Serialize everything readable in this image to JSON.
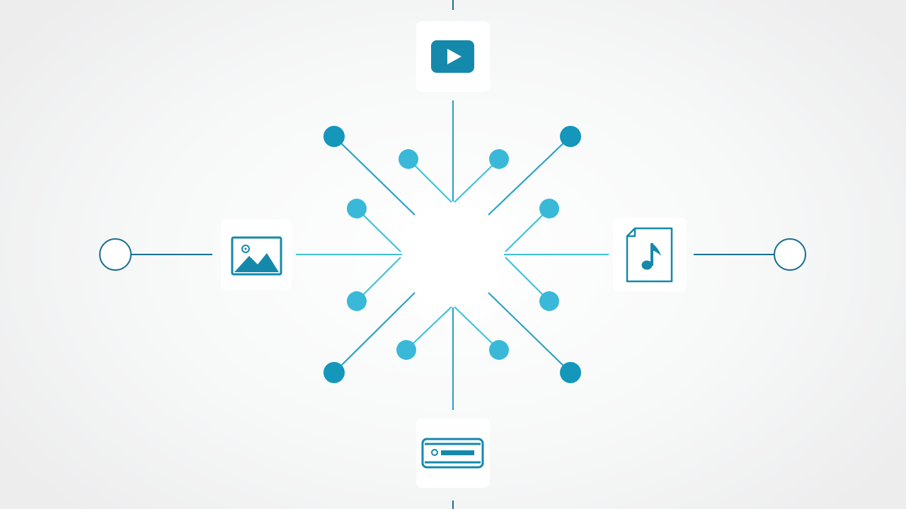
{
  "diagram": {
    "center_node": "hub",
    "media_nodes": [
      {
        "id": "video",
        "icon": "video-play-icon",
        "position": "top"
      },
      {
        "id": "image",
        "icon": "image-icon",
        "position": "left"
      },
      {
        "id": "audio",
        "icon": "music-file-icon",
        "position": "right"
      },
      {
        "id": "drive",
        "icon": "storage-drive-icon",
        "position": "bottom"
      }
    ],
    "endpoints": [
      {
        "id": "left-endpoint",
        "shape": "hollow-circle"
      },
      {
        "id": "right-endpoint",
        "shape": "hollow-circle"
      }
    ],
    "connector_count": 12
  },
  "colors": {
    "icon": "#1589ab",
    "line_dark": "#1a6f93",
    "line_light": "#3fc2dd",
    "dot_dark": "#1596bb",
    "dot_light": "#3ab8d8",
    "background": "#f3f4f4",
    "card": "#ffffff"
  }
}
